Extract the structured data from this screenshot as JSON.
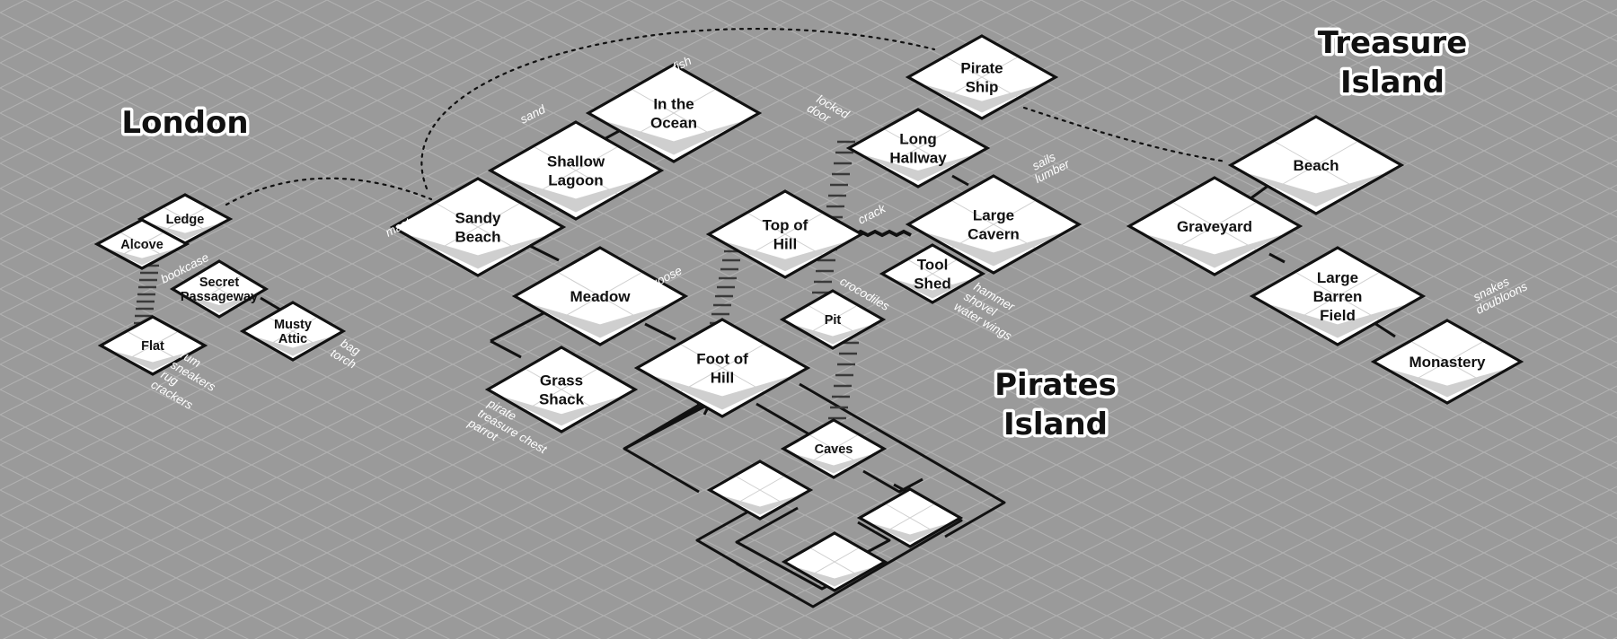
{
  "regions": {
    "london": "London",
    "pirates_island_1": "Pirates",
    "pirates_island_2": "Island",
    "treasure_island_1": "Treasure",
    "treasure_island_2": "Island"
  },
  "rooms": {
    "ledge": [
      "Ledge"
    ],
    "alcove": [
      "Alcove"
    ],
    "secret_passageway": [
      "Secret",
      "Passageway"
    ],
    "musty_attic": [
      "Musty",
      "Attic"
    ],
    "flat": [
      "Flat"
    ],
    "sandy_beach": [
      "Sandy",
      "Beach"
    ],
    "shallow_lagoon": [
      "Shallow",
      "Lagoon"
    ],
    "in_the_ocean": [
      "In the",
      "Ocean"
    ],
    "meadow": [
      "Meadow"
    ],
    "grass_shack": [
      "Grass",
      "Shack"
    ],
    "foot_of_hill": [
      "Foot of",
      "Hill"
    ],
    "top_of_hill": [
      "Top of",
      "Hill"
    ],
    "pit": [
      "Pit"
    ],
    "caves": [
      "Caves"
    ],
    "long_hallway": [
      "Long",
      "Hallway"
    ],
    "large_cavern": [
      "Large",
      "Cavern"
    ],
    "tool_shed": [
      "Tool",
      "Shed"
    ],
    "pirate_ship": [
      "Pirate",
      "Ship"
    ],
    "beach": [
      "Beach"
    ],
    "graveyard": [
      "Graveyard"
    ],
    "large_barren_field": [
      "Large",
      "Barren",
      "Field"
    ],
    "monastery": [
      "Monastery"
    ]
  },
  "items": {
    "bookcase": [
      "bookcase"
    ],
    "attic": [
      "bag",
      "torch"
    ],
    "flat": [
      "rum",
      "sneakers",
      "rug",
      "crackers"
    ],
    "mast": [
      "mast"
    ],
    "sand": [
      "sand"
    ],
    "fish": [
      "fish"
    ],
    "mongoose": [
      "mongoose"
    ],
    "grass_shack": [
      "pirate",
      "treasure chest",
      "parrot"
    ],
    "locked_door": [
      "locked",
      "door"
    ],
    "crack": [
      "crack"
    ],
    "crocodiles": [
      "crocodiles"
    ],
    "cavern": [
      "sails",
      "lumber"
    ],
    "tool_shed": [
      "hammer",
      "shovel",
      "water wings"
    ],
    "monastery": [
      "snakes",
      "doubloons"
    ]
  },
  "colors": {
    "background": "#9a9a9a",
    "grid": "#b2b2b2",
    "room_fill": "#ffffff",
    "room_shadow": "#cfcfcf",
    "outline": "#111111"
  }
}
